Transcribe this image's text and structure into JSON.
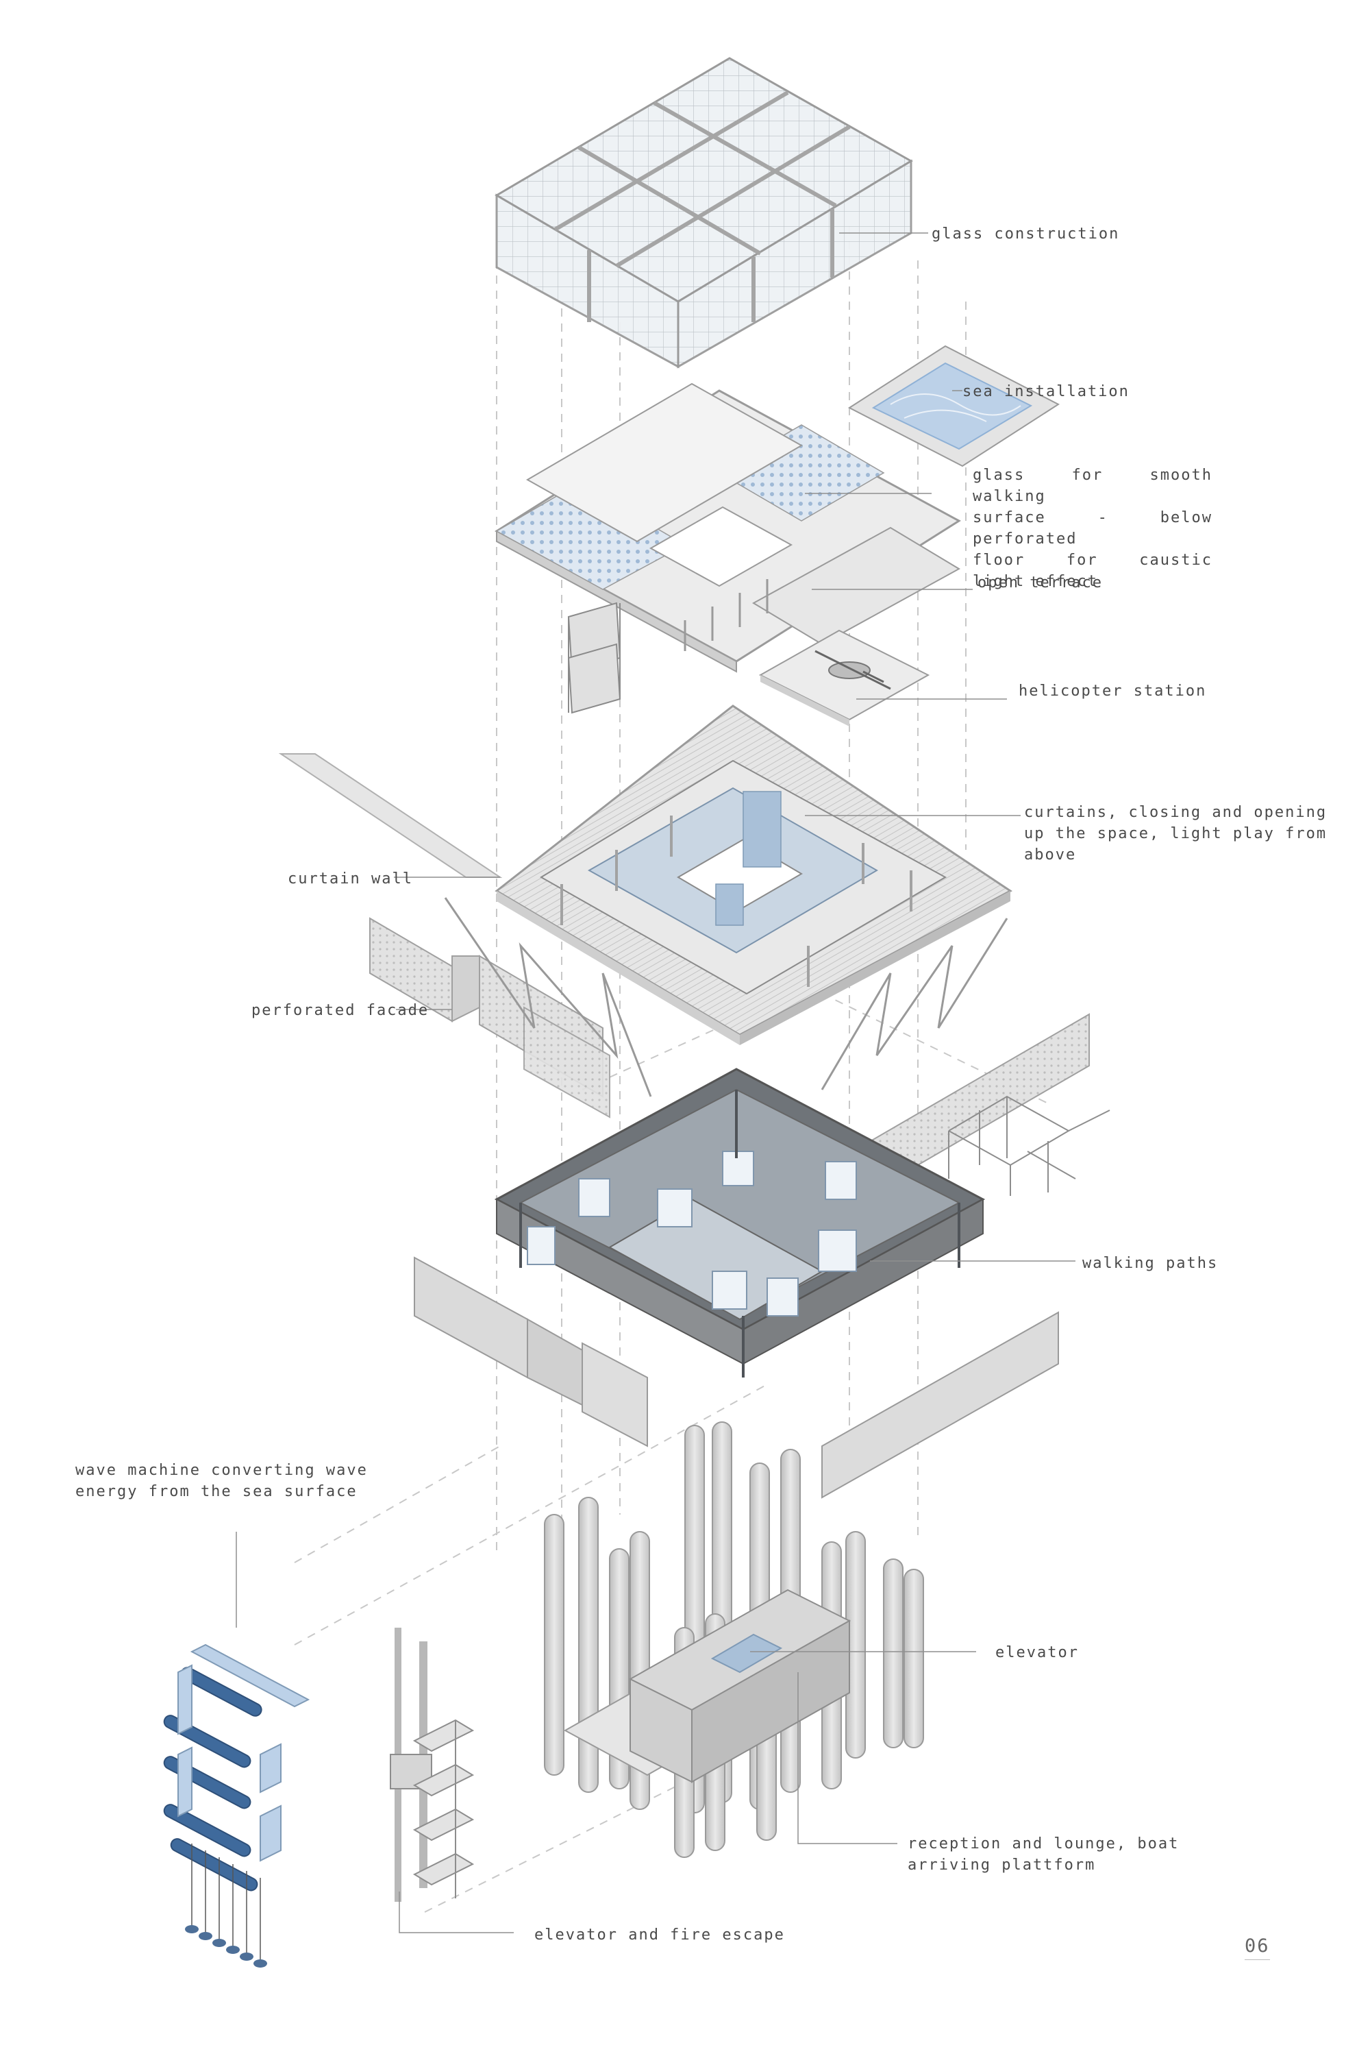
{
  "labels": {
    "glass_construction": "glass construction",
    "sea_installation": "sea installation",
    "glass_walking": [
      "glass for smooth walking",
      "surface - below perforated",
      "floor for caustic light effect"
    ],
    "open_terrace": "open terrace",
    "helicopter_station": "helicopter station",
    "curtains": [
      "curtains, closing and opening",
      "up the space, light play from",
      "above"
    ],
    "curtain_wall": "curtain wall",
    "perforated_facade": "perforated facade",
    "walking_paths": "walking paths",
    "wave_machine": [
      "wave machine converting wave",
      "energy from the sea surface"
    ],
    "elevator": "elevator",
    "reception": [
      "reception and lounge, boat",
      "arriving plattform"
    ],
    "elevator_fire_escape": "elevator and fire escape"
  },
  "page_number": "06",
  "colors": {
    "line": "#9a9a9a",
    "structure": "#c9c9c9",
    "glass": "#dfe6ec",
    "blue_accent": "#8fb1d6",
    "dark_interior": "#6f7479",
    "text": "#4a4a4a"
  }
}
